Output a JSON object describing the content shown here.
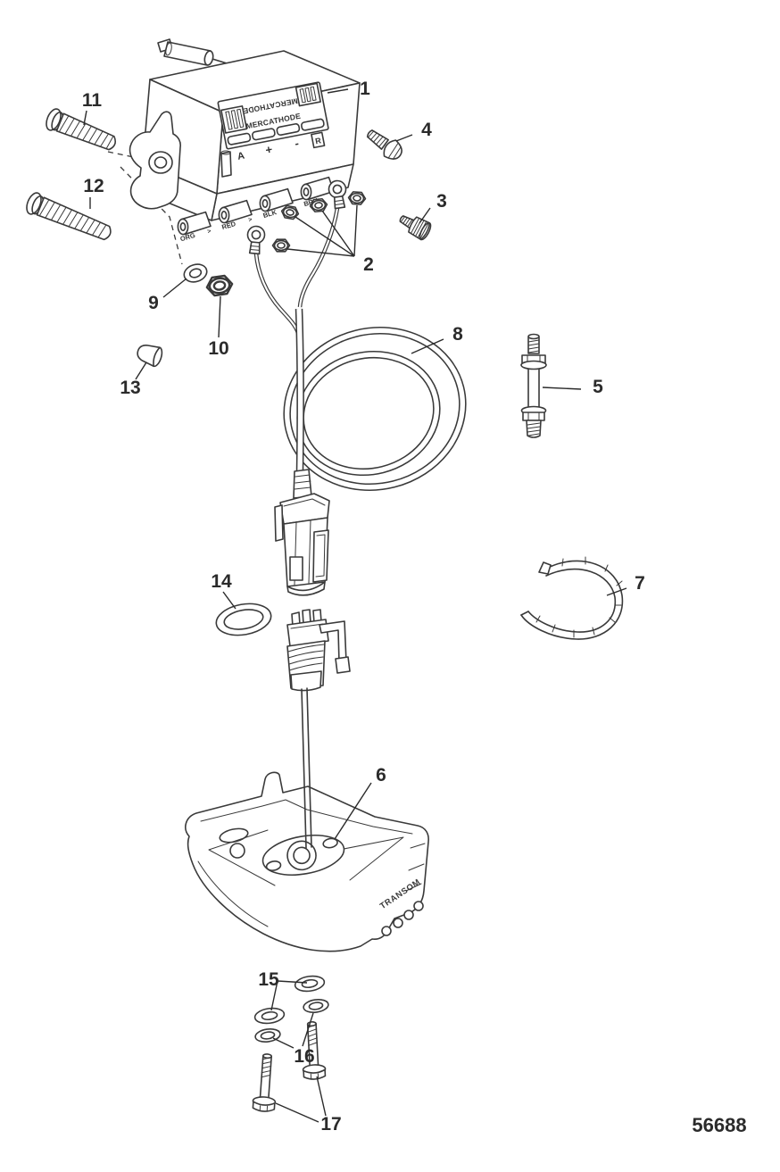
{
  "drawing": {
    "number": "56688"
  },
  "controller": {
    "label_inverted": "MERCATHODE",
    "label": "MERCATHODE",
    "mark_a": "A",
    "mark_plus": "+",
    "mark_minus": "-",
    "mark_r": "R",
    "terminals": [
      "ORG",
      "RED",
      "BLK",
      "BRN"
    ],
    "terminal_separator": ">"
  },
  "mounting_bracket": {
    "stamp": "TRANSOM"
  },
  "callouts": [
    {
      "num": "1"
    },
    {
      "num": "2"
    },
    {
      "num": "3"
    },
    {
      "num": "4"
    },
    {
      "num": "5"
    },
    {
      "num": "6"
    },
    {
      "num": "7"
    },
    {
      "num": "8"
    },
    {
      "num": "9"
    },
    {
      "num": "10"
    },
    {
      "num": "11"
    },
    {
      "num": "12"
    },
    {
      "num": "13"
    },
    {
      "num": "14"
    },
    {
      "num": "15"
    },
    {
      "num": "16"
    },
    {
      "num": "17"
    }
  ]
}
